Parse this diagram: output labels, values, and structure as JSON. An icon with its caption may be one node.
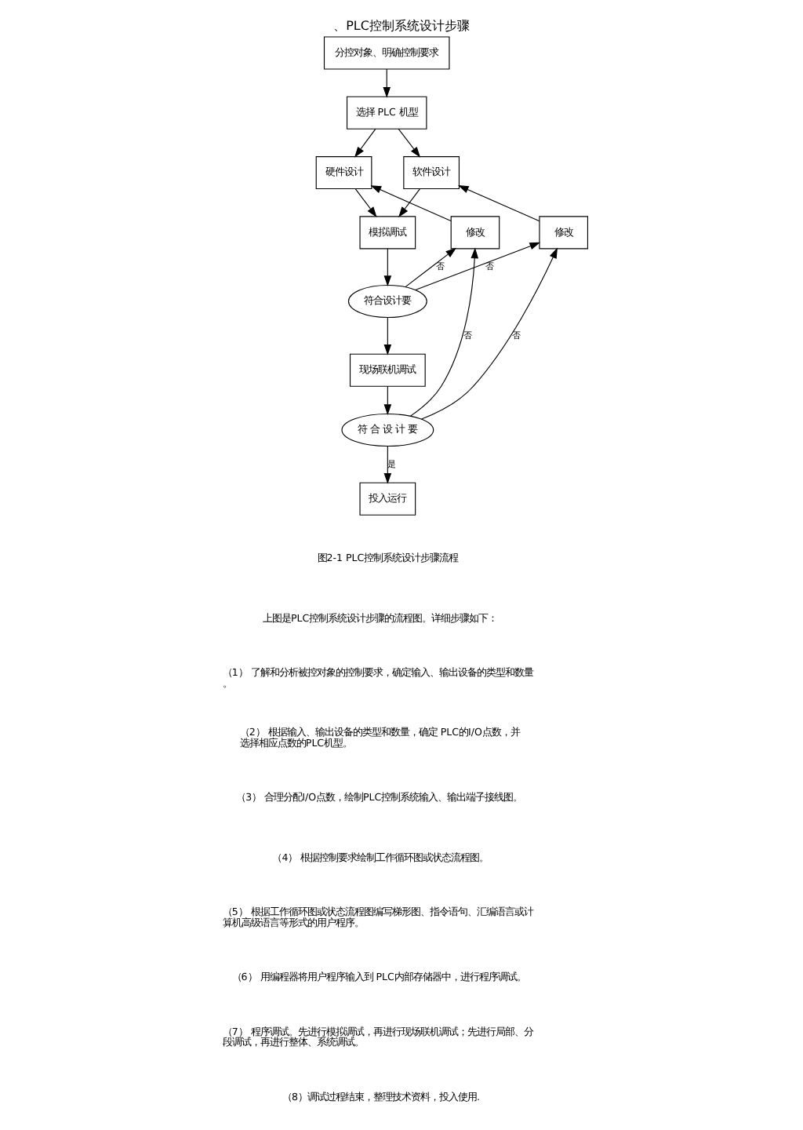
{
  "diagram": {
    "title": "、PLC控制系统设计步骤",
    "caption": "图2-1 PLC控制系统设计步骤流程",
    "nodes": [
      {
        "text": [
          "分控对象、明确控制要求"
        ]
      },
      {
        "text": [
          "选择 PLC 机型"
        ]
      },
      {
        "text": [
          "硬件设计"
        ]
      },
      {
        "text": [
          "软件设计"
        ]
      },
      {
        "text": [
          "修改"
        ]
      },
      {
        "text": [
          "模拟调试"
        ]
      },
      {
        "text": [
          "修改"
        ]
      },
      {
        "text": [
          "符合设计要"
        ]
      },
      {
        "text": [
          "现场联机调试"
        ]
      },
      {
        "text": [
          "符 合 设 计 要"
        ]
      },
      {
        "text": [
          "投入运行"
        ]
      }
    ],
    "edges": [
      {
        "from": 0,
        "to": 1,
        "arrow": "to"
      },
      {
        "from": 1,
        "to": 2,
        "arrow": "to"
      },
      {
        "from": 1,
        "to": 3,
        "arrow": "to"
      },
      {
        "from": 4,
        "to": 2,
        "arrow": "to"
      },
      {
        "from": 6,
        "to": 3,
        "arrow": "to"
      },
      {
        "from": 2,
        "to": 5,
        "arrow": "to"
      },
      {
        "from": 3,
        "to": 5,
        "arrow": "to"
      },
      {
        "from": 5,
        "to": 7,
        "arrow": "to"
      },
      {
        "from": 7,
        "to": 4,
        "arrow": "to",
        "label": "否"
      },
      {
        "from": 7,
        "to": 6,
        "arrow": "to",
        "label": "否"
      },
      {
        "from": 7,
        "to": 8,
        "arrow": "to"
      },
      {
        "from": 8,
        "to": 9,
        "arrow": "to"
      },
      {
        "from": 9,
        "to": 4,
        "arrow": "to",
        "label": "否"
      },
      {
        "from": 9,
        "to": 6,
        "arrow": "to",
        "label": "否"
      },
      {
        "from": 9,
        "to": 10,
        "arrow": "to",
        "label": "是"
      }
    ],
    "labels": [
      "上图是PLC控制系统设计步骤的流程图。详细步骤如下：",
      "（1） 了解和分析被控对象的控制要求，确定输入、输出设备的类型和数量。",
      "（2） 根据输入、输出设备的类型和数量，确定 PLC的I/O点数，并选择相应点数的PLC机型。",
      "（3） 合理分配I/O点数，绘制PLC控制系统输入、输出端子接线图。",
      "（4） 根据控制要求绘制工作循环图或状态流程图。",
      "（5） 根据工作循环图或状态流程图编写梯形图、指令语句、汇编语言或计算机高级语言等形式的用户程序。",
      "（6） 用编程器将用户程序输入到 PLC内部存储器中，进行程序调试。",
      "（7） 程序调试。先进行模拟调试，再进行现场联机调试；先进行局部、分段调试，再进行整体、系统调试。",
      "（8）调试过程结束，整理技术资料，投入使用."
    ]
  }
}
